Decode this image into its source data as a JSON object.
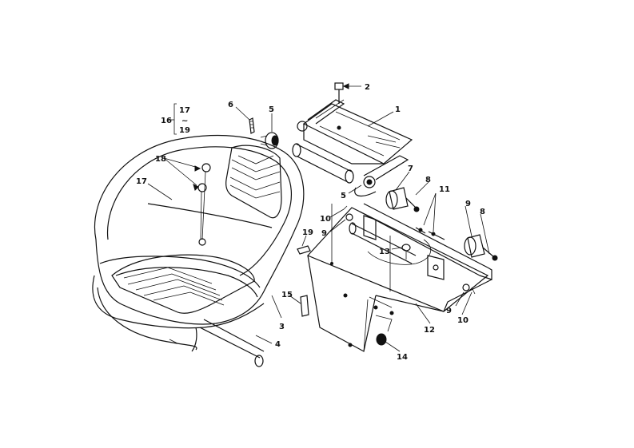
{
  "callouts": {
    "c1": "1",
    "c2": "2",
    "c3": "3",
    "c4": "4",
    "c5a": "5",
    "c5b": "5",
    "c6": "6",
    "c7": "7",
    "c8a": "8",
    "c8b": "8",
    "c9a": "9",
    "c9b": "9",
    "c9c": "9",
    "c10a": "10",
    "c10b": "10",
    "c11": "11",
    "c12": "12",
    "c13": "13",
    "c14": "14",
    "c15": "15",
    "c16": "16",
    "c17a": "17",
    "c17b": "17",
    "c18": "18",
    "c19a": "19",
    "c19b": "19"
  },
  "range_tilde": "~"
}
